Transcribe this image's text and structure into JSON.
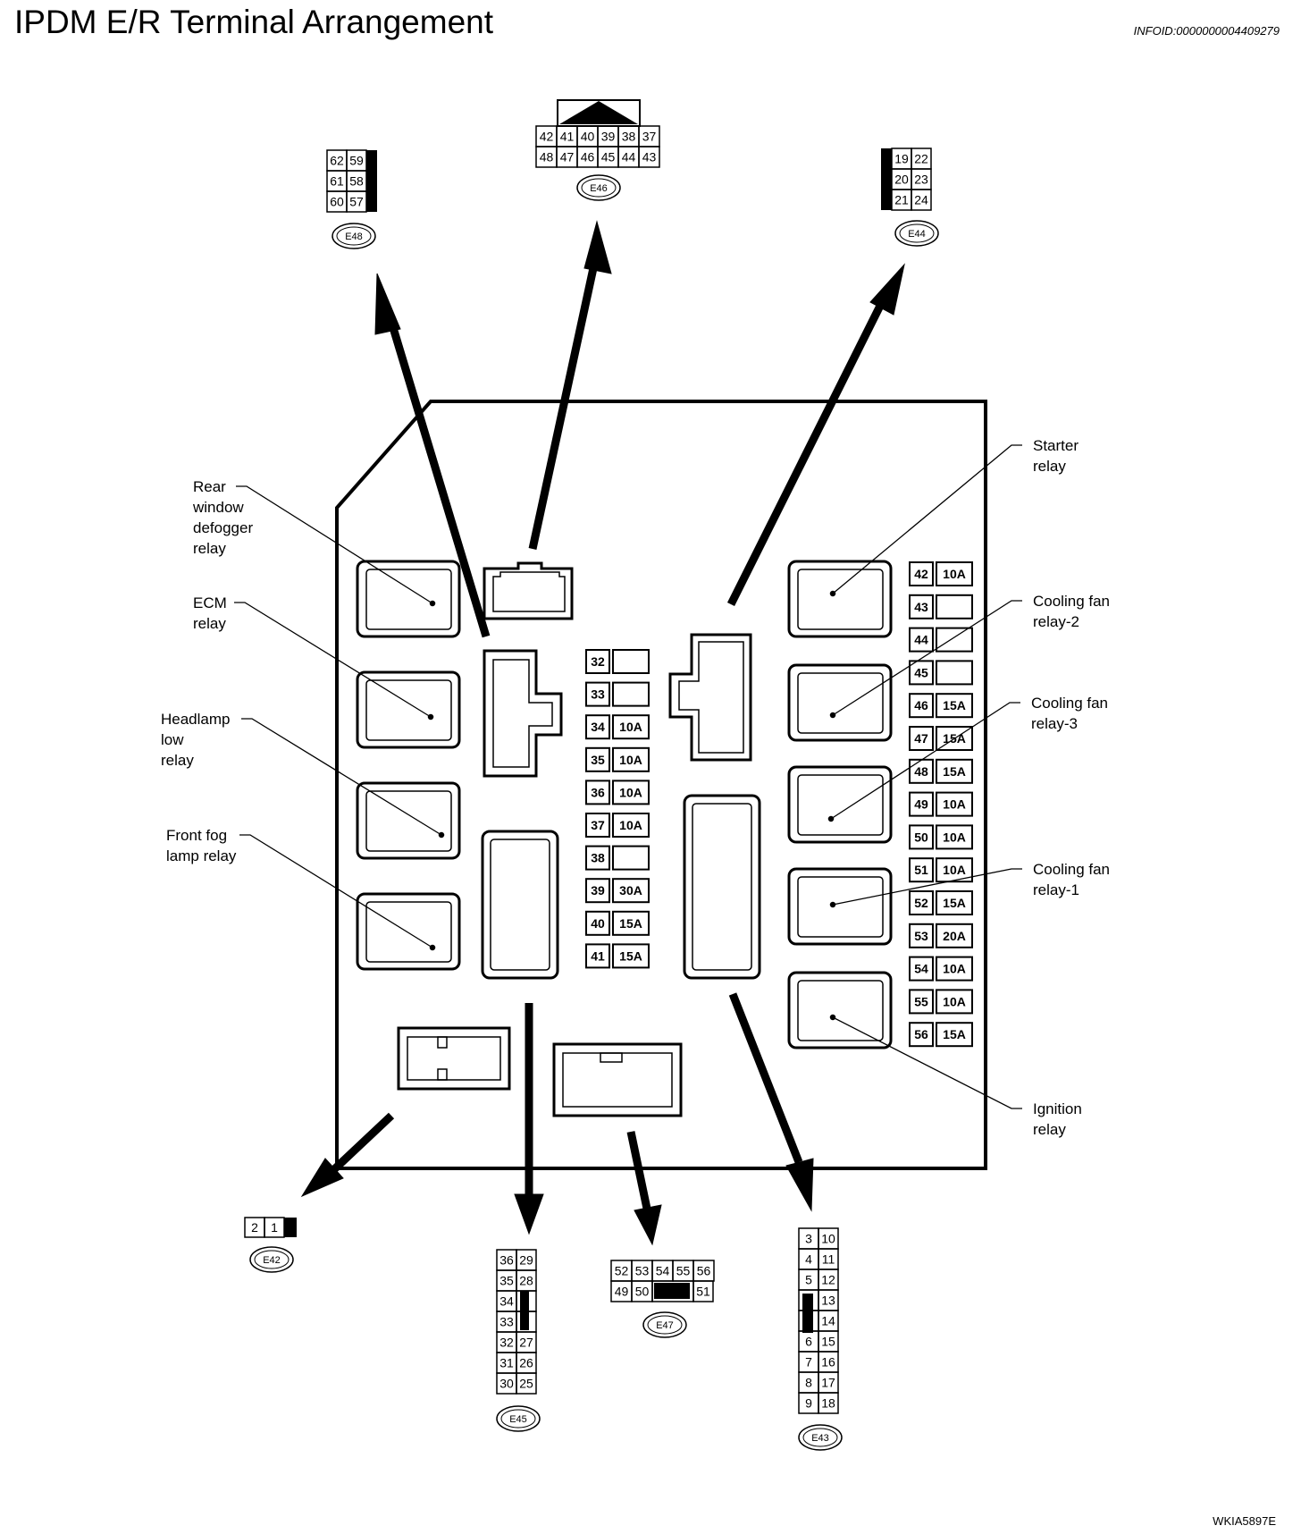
{
  "title": "IPDM E/R Terminal Arrangement",
  "info_id": "INFOID:0000000004409279",
  "figure_id": "WKIA5897E",
  "relay_labels": {
    "rear_defogger": [
      "Rear",
      "window",
      "defogger",
      "relay"
    ],
    "ecm": [
      "ECM",
      "relay"
    ],
    "headlamp_low": [
      "Headlamp",
      "low",
      "relay"
    ],
    "front_fog": [
      "Front fog",
      "lamp relay"
    ],
    "starter": [
      "Starter",
      "relay"
    ],
    "cooling_fan_2": [
      "Cooling fan",
      "relay-2"
    ],
    "cooling_fan_3": [
      "Cooling fan",
      "relay-3"
    ],
    "cooling_fan_1": [
      "Cooling fan",
      "relay-1"
    ],
    "ignition": [
      "Ignition",
      "relay"
    ]
  },
  "fuses_center": [
    {
      "num": "32",
      "amp": ""
    },
    {
      "num": "33",
      "amp": ""
    },
    {
      "num": "34",
      "amp": "10A"
    },
    {
      "num": "35",
      "amp": "10A"
    },
    {
      "num": "36",
      "amp": "10A"
    },
    {
      "num": "37",
      "amp": "10A"
    },
    {
      "num": "38",
      "amp": ""
    },
    {
      "num": "39",
      "amp": "30A"
    },
    {
      "num": "40",
      "amp": "15A"
    },
    {
      "num": "41",
      "amp": "15A"
    }
  ],
  "fuses_right": [
    {
      "num": "42",
      "amp": "10A"
    },
    {
      "num": "43",
      "amp": ""
    },
    {
      "num": "44",
      "amp": ""
    },
    {
      "num": "45",
      "amp": ""
    },
    {
      "num": "46",
      "amp": "15A"
    },
    {
      "num": "47",
      "amp": "15A"
    },
    {
      "num": "48",
      "amp": "15A"
    },
    {
      "num": "49",
      "amp": "10A"
    },
    {
      "num": "50",
      "amp": "10A"
    },
    {
      "num": "51",
      "amp": "10A"
    },
    {
      "num": "52",
      "amp": "15A"
    },
    {
      "num": "53",
      "amp": "20A"
    },
    {
      "num": "54",
      "amp": "10A"
    },
    {
      "num": "55",
      "amp": "10A"
    },
    {
      "num": "56",
      "amp": "15A"
    }
  ],
  "connectors": {
    "E48": {
      "id": "E48",
      "rows": [
        [
          "62",
          "59"
        ],
        [
          "61",
          "58"
        ],
        [
          "60",
          "57"
        ]
      ]
    },
    "E46": {
      "id": "E46",
      "rows": [
        [
          "42",
          "41",
          "40",
          "39",
          "38",
          "37"
        ],
        [
          "48",
          "47",
          "46",
          "45",
          "44",
          "43"
        ]
      ]
    },
    "E44": {
      "id": "E44",
      "rows": [
        [
          "19",
          "22"
        ],
        [
          "20",
          "23"
        ],
        [
          "21",
          "24"
        ]
      ]
    },
    "E42": {
      "id": "E42",
      "rows": [
        [
          "2",
          "1"
        ]
      ]
    },
    "E45": {
      "id": "E45",
      "rows": [
        [
          "36",
          "29"
        ],
        [
          "35",
          "28"
        ],
        [
          "34",
          ""
        ],
        [
          "33",
          ""
        ],
        [
          "32",
          "27"
        ],
        [
          "31",
          "26"
        ],
        [
          "30",
          "25"
        ]
      ]
    },
    "E47": {
      "id": "E47",
      "rows": [
        [
          "52",
          "53",
          "54",
          "55",
          "56"
        ],
        [
          "49",
          "50",
          "51"
        ]
      ]
    },
    "E43": {
      "id": "E43",
      "rows": [
        [
          "3",
          "10"
        ],
        [
          "4",
          "11"
        ],
        [
          "5",
          "12"
        ],
        [
          "",
          "13"
        ],
        [
          "",
          "14"
        ],
        [
          "6",
          "15"
        ],
        [
          "7",
          "16"
        ],
        [
          "8",
          "17"
        ],
        [
          "9",
          "18"
        ]
      ]
    }
  }
}
